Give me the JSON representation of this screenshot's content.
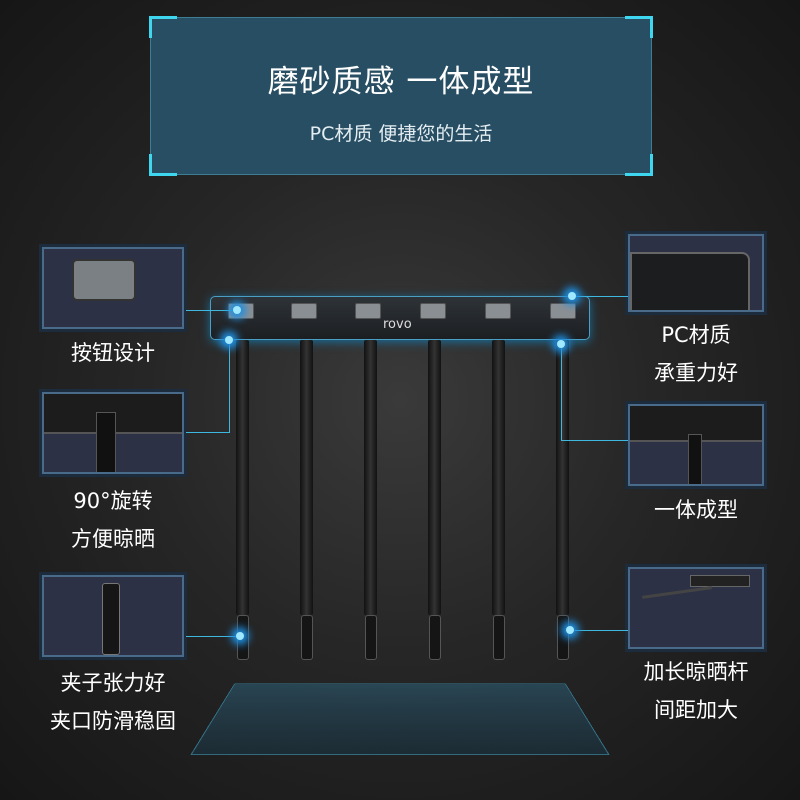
{
  "banner": {
    "title": "磨砂质感 一体成型",
    "subtitle": "PC材质 便捷您的生活"
  },
  "product": {
    "brand": "rovo",
    "button_count": 6,
    "rod_count": 6
  },
  "left_features": [
    {
      "lines": [
        "按钮设计"
      ]
    },
    {
      "lines": [
        "90°旋转",
        "方便晾晒"
      ]
    },
    {
      "lines": [
        "夹子张力好",
        "夹口防滑稳固"
      ]
    }
  ],
  "right_features": [
    {
      "lines": [
        "PC材质",
        "承重力好"
      ]
    },
    {
      "lines": [
        "一体成型"
      ]
    },
    {
      "lines": [
        "加长晾晒杆",
        "间距加大"
      ]
    }
  ],
  "colors": {
    "accent": "#3fd6ef",
    "banner_bg": "#284e63"
  }
}
